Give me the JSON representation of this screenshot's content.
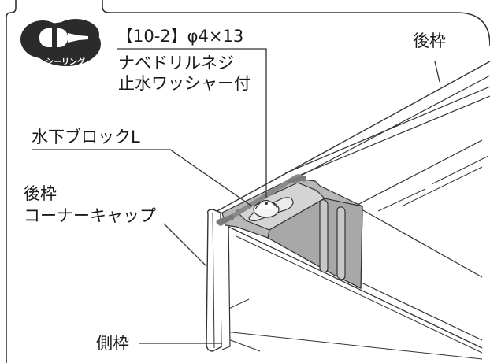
{
  "labels": {
    "screw_code": "【10-2】φ4×13",
    "screw_name_1": "ナベドリルネジ",
    "screw_name_2": "止水ワッシャー付",
    "back_frame_top": "後枠",
    "water_block": "水下ブロックL",
    "corner_cap_1": "後枠",
    "corner_cap_2": "コーナーキャップ",
    "side_frame": "側枠"
  },
  "badge": {
    "text": "シーリング",
    "icon": "sealant-tube-icon"
  },
  "colors": {
    "line": "#333333",
    "badge_fill": "#2b2b2b",
    "block_fill": "#b3b3b3",
    "cap_fill": "#c6c6c6"
  }
}
